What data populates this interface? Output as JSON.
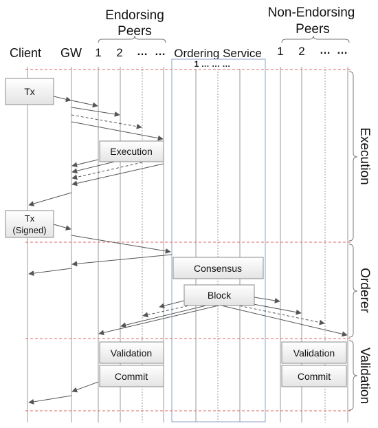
{
  "headers": {
    "client": "Client",
    "gw": "GW",
    "endorsing_line1": "Endorsing",
    "endorsing_line2": "Peers",
    "endorsing_cols": [
      "1",
      "2",
      "…",
      "…"
    ],
    "ordering": "Ordering Service",
    "ordering_sub": "1 … … …",
    "non_endorsing_line1": "Non-Endorsing",
    "non_endorsing_line2": "Peers",
    "non_endorsing_cols": [
      "1",
      "2",
      "…",
      "…"
    ]
  },
  "boxes": {
    "tx": "Tx",
    "tx_signed_line1": "Tx",
    "tx_signed_line2": "(Signed)",
    "execution": "Execution",
    "consensus": "Consensus",
    "block": "Block",
    "validation_endorsing": "Validation",
    "commit_endorsing": "Commit",
    "validation_non_endorsing": "Validation",
    "commit_non_endorsing": "Commit"
  },
  "phases": {
    "execution": "Execution",
    "orderer": "Orderer",
    "validation": "Validation"
  },
  "colors": {
    "lifeline": "#9a9a9a",
    "phase_divider": "#e06060",
    "ordering_border": "#8ea2c8",
    "box_border": "#8a8a8a",
    "box_fill_top": "#ffffff",
    "box_fill_bottom": "#e6e6e6",
    "arrow": "#555555"
  }
}
